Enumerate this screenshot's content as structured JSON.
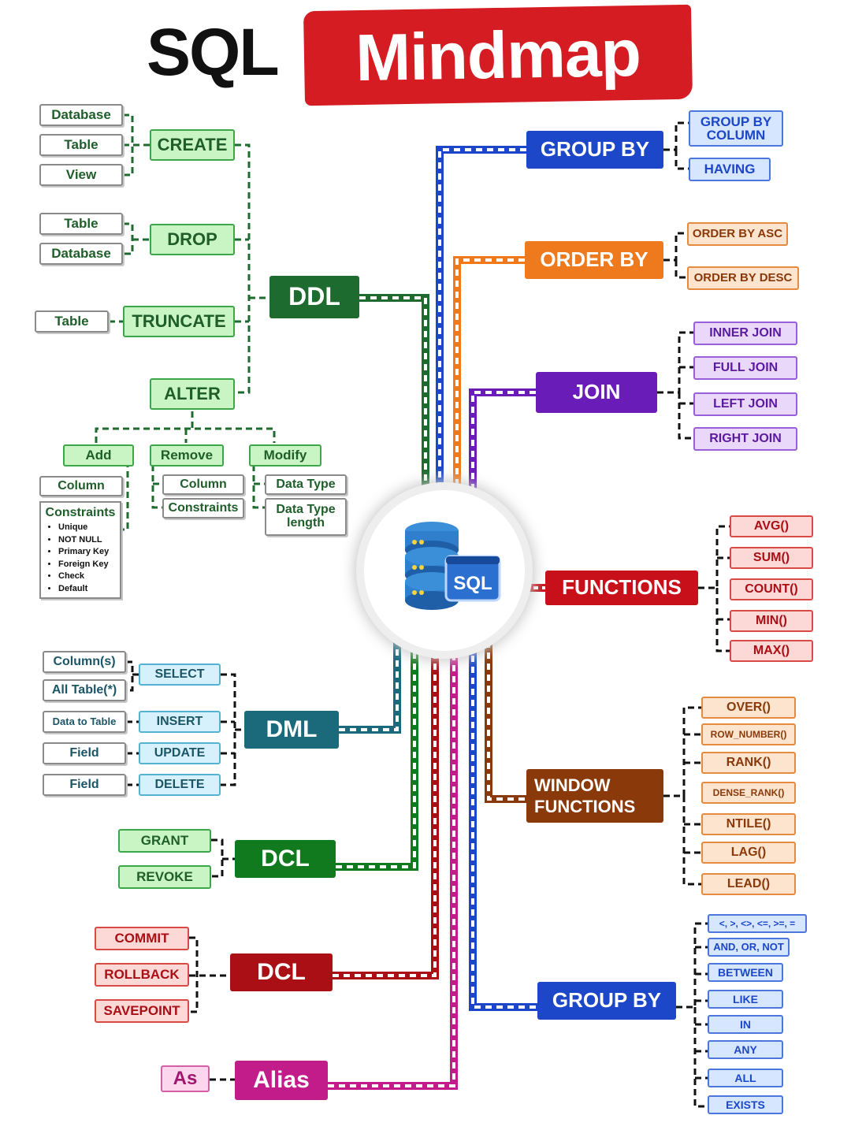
{
  "title": {
    "part1": "SQL",
    "part2": "Mindmap"
  },
  "hub": {
    "label": "SQL",
    "icon": "database-sql-icon"
  },
  "colors": {
    "ddl": "#1e6b2f",
    "dml": "#1b6a7c",
    "dcl": "#117a1e",
    "tcl": "#a90f14",
    "alias": "#c21c8a",
    "groupby": "#1c47c9",
    "orderby": "#ef7a1e",
    "join": "#6a1cb8",
    "functions": "#c8101b",
    "window": "#8a3a0a"
  },
  "ddl": {
    "label": "DDL",
    "create": {
      "label": "CREATE",
      "items": [
        "Database",
        "Table",
        "View"
      ]
    },
    "drop": {
      "label": "DROP",
      "items": [
        "Table",
        "Database"
      ]
    },
    "truncate": {
      "label": "TRUNCATE",
      "items": [
        "Table"
      ]
    },
    "alter": {
      "label": "ALTER",
      "add": {
        "label": "Add",
        "items": [
          "Column"
        ],
        "constraints": {
          "label": "Constraints",
          "items": [
            "Unique",
            "NOT NULL",
            "Primary Key",
            "Foreign Key",
            "Check",
            "Default"
          ]
        }
      },
      "remove": {
        "label": "Remove",
        "items": [
          "Column",
          "Constraints"
        ]
      },
      "modify": {
        "label": "Modify",
        "items": [
          "Data Type",
          "Data Type length"
        ]
      }
    }
  },
  "dml": {
    "label": "DML",
    "commands": [
      {
        "label": "SELECT",
        "targets": [
          "Column(s)",
          "All Table(*)"
        ]
      },
      {
        "label": "INSERT",
        "targets": [
          "Data to Table"
        ]
      },
      {
        "label": "UPDATE",
        "targets": [
          "Field"
        ]
      },
      {
        "label": "DELETE",
        "targets": [
          "Field"
        ]
      }
    ]
  },
  "dcl": {
    "label": "DCL",
    "items": [
      "GRANT",
      "REVOKE"
    ]
  },
  "tcl": {
    "label": "DCL",
    "items": [
      "COMMIT",
      "ROLLBACK",
      "SAVEPOINT"
    ]
  },
  "alias": {
    "label": "Alias",
    "items": [
      "As"
    ]
  },
  "group_by": {
    "label": "GROUP BY",
    "items": [
      "GROUP BY COLUMN",
      "HAVING"
    ]
  },
  "order_by": {
    "label": "ORDER BY",
    "items": [
      "ORDER BY ASC",
      "ORDER BY DESC"
    ]
  },
  "join": {
    "label": "JOIN",
    "items": [
      "INNER JOIN",
      "FULL JOIN",
      "LEFT JOIN",
      "RIGHT JOIN"
    ]
  },
  "functions": {
    "label": "FUNCTIONS",
    "items": [
      "AVG()",
      "SUM()",
      "COUNT()",
      "MIN()",
      "MAX()"
    ]
  },
  "window_functions": {
    "label": "WINDOW FUNCTIONS",
    "items": [
      "OVER()",
      "ROW_NUMBER()",
      "RANK()",
      "DENSE_RANK()",
      "NTILE()",
      "LAG()",
      "LEAD()"
    ]
  },
  "operators": {
    "label": "GROUP BY",
    "items": [
      "<, >, <>, <=, >=, =",
      "AND, OR, NOT",
      "BETWEEN",
      "LIKE",
      "IN",
      "ANY",
      "ALL",
      "EXISTS"
    ]
  }
}
